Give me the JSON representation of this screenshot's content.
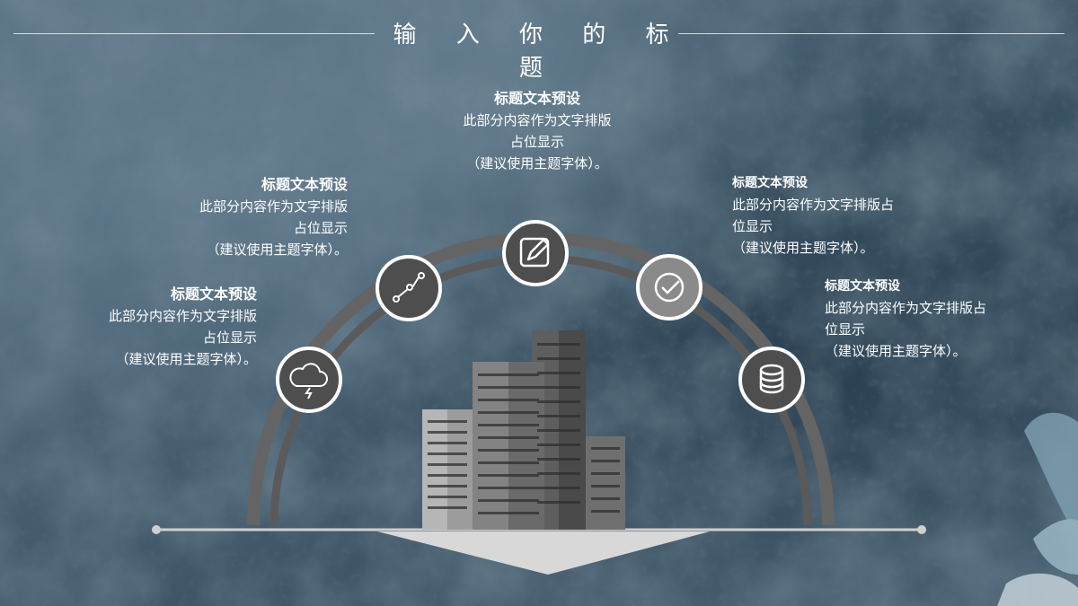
{
  "slide": {
    "title": "输 入 你 的 标 题"
  },
  "items": [
    {
      "heading": "标题文本预设",
      "line1": "此部分内容作为文字排版",
      "line2": "占位显示",
      "line3": "（建议使用主题字体）。",
      "icon": "cloud-lightning-icon"
    },
    {
      "heading": "标题文本预设",
      "line1": "此部分内容作为文字排版",
      "line2": "占位显示",
      "line3": "（建议使用主题字体）。",
      "icon": "route-chart-icon"
    },
    {
      "heading": "标题文本预设",
      "line1": "此部分内容作为文字排版",
      "line2": "占位显示",
      "line3": "（建议使用主题字体）。",
      "icon": "edit-icon"
    },
    {
      "heading": "标题文本预设",
      "line1": "此部分内容作为文字排版占",
      "line2": "位显示",
      "line3": "（建议使用主题字体）。",
      "icon": "check-circle-icon"
    },
    {
      "heading": "标题文本预设",
      "line1": "此部分内容作为文字排版占",
      "line2": "位显示",
      "line3": "（建议使用主题字体）。",
      "icon": "database-icon"
    }
  ],
  "colors": {
    "arc": "#646464",
    "node_fill": "#4e4e4e",
    "node_fill_light": "#8a8a8a",
    "node_ring": "#ffffff",
    "ground": "#d8d8d8"
  }
}
